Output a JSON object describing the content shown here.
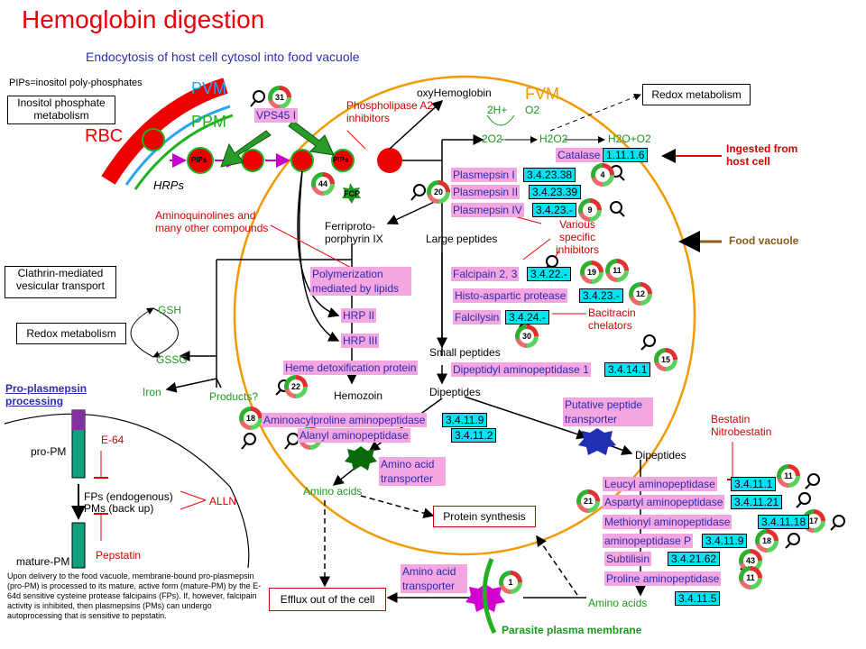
{
  "title": "Hemoglobin digestion",
  "subtitle": "Endocytosis of host cell cytosol into food vacuole",
  "pips_note": "PIPs=inositol poly-phosphates",
  "boxes": {
    "inositol": "Inositol phosphate metabolism",
    "redox_top": "Redox metabolism",
    "clathrin": "Clathrin-mediated vesicular transport",
    "redox_left": "Redox metabolism",
    "protein_synthesis": "Protein synthesis",
    "efflux": "Efflux out of the cell"
  },
  "membranes": {
    "pvm": "PVM",
    "ppm": "PPM",
    "rbc": "RBC",
    "fvm": "FVM",
    "hrps": "HRPs",
    "food_vacuole": "Food vacuole",
    "ingested": "Ingested from host cell",
    "parasite_membrane": "Parasite plasma membrane"
  },
  "labels": {
    "vps45": "VPS45 I",
    "pla2": "Phospholipase A2 inhibitors",
    "oxyhemoglobin": "oxyHemoglobin",
    "two_h": "2H+",
    "o2": "O2",
    "two_o2": "2O2-",
    "h2o2": "H2O2",
    "h2o_o2": "H2O+O2",
    "pips": "PIPs",
    "fcp": "FCP",
    "ferriproto": "Ferriproto-porphyrin IX",
    "aminoquinolines": "Aminoquinolines and many other compounds",
    "large_peptides": "Large peptides",
    "various": "Various specific inhibitors",
    "gsh": "GSH",
    "gssg": "GSSG",
    "iron": "Iron",
    "products": "Products?",
    "hemozoin": "Hemozoin",
    "small_peptides": "Small peptides",
    "dipeptides": "Dipeptides",
    "dipeptides2": "Dipeptides",
    "bacitracin": "Bacitracin chelators",
    "bestatin": "Bestatin Nitrobestatin",
    "amino_acids": "Amino acids",
    "amino_acids2": "Amino acids",
    "aa_transporter": "Amino acid transporter",
    "aa_transporter2": "Amino acid transporter",
    "putative": "Putative peptide transporter",
    "pro_processing": "Pro-plasmepsin processing",
    "pro_pm": "pro-PM",
    "mature_pm": "mature-PM",
    "e64": "E-64",
    "fps": "FPs (endogenous)",
    "pms": "PMs (back up)",
    "alln": "ALLN",
    "pepstatin": "Pepstatin",
    "paragraph": "Upon delivery to the food vacuole, membrane-bound pro-plasmepsin (pro-PM) is processed to its mature, active form (mature-PM) by the E-64d sensitive cysteine protease falcipains (FPs). If, however, falcipain activity is inhibited, then plasmepsins (PMs) can undergo autoprocessing that is sensitive to pepstatin."
  },
  "enzymes": [
    {
      "name": "Catalase",
      "ec": "1.11.1.6"
    },
    {
      "name": "Plasmepsin I",
      "ec": "3.4.23.38"
    },
    {
      "name": "Plasmepsin II",
      "ec": "3.4.23.39"
    },
    {
      "name": "Plasmepsin IV",
      "ec": "3.4.23.-"
    },
    {
      "name": "Polymerization mediated by lipids",
      "ec": ""
    },
    {
      "name": "HRP II",
      "ec": ""
    },
    {
      "name": "HRP III",
      "ec": ""
    },
    {
      "name": "Heme detoxification protein",
      "ec": ""
    },
    {
      "name": "Falcipain 2, 3",
      "ec": "3.4.22.-"
    },
    {
      "name": "Histo-aspartic protease",
      "ec": "3.4.23.-"
    },
    {
      "name": "Falcilysin",
      "ec": "3.4.24.-"
    },
    {
      "name": "Dipeptidyl aminopeptidase 1",
      "ec": "3.4.14.1"
    },
    {
      "name": "Aminoacylproline aminopeptidase",
      "ec": "3.4.11.9"
    },
    {
      "name": "Alanyl aminopeptidase",
      "ec": "3.4.11.2"
    },
    {
      "name": "Leucyl aminopeptidase",
      "ec": "3.4.11.1"
    },
    {
      "name": "Aspartyl aminopeptidase",
      "ec": "3.4.11.21"
    },
    {
      "name": "Methionyl aminopeptidase",
      "ec": "3.4.11.18"
    },
    {
      "name": "aminopeptidase P",
      "ec": "3.4.11.9"
    },
    {
      "name": "Subtilisin",
      "ec": "3.4.21.62"
    },
    {
      "name": "Proline aminopeptidase",
      "ec": "3.4.11.5"
    }
  ],
  "counts": {
    "vps45": "31",
    "ferri": "44",
    "pm1": "4",
    "pm2": "20",
    "pm4": "9",
    "fp": "19",
    "fp2": "11",
    "hap": "12",
    "falcilysin": "30",
    "dpap": "15",
    "hdp": "22",
    "aap": "18",
    "ala": "11",
    "leu": "11",
    "asp": "21",
    "met": "17",
    "app": "18",
    "sub": "43",
    "pro": "11",
    "transporter": "1"
  }
}
